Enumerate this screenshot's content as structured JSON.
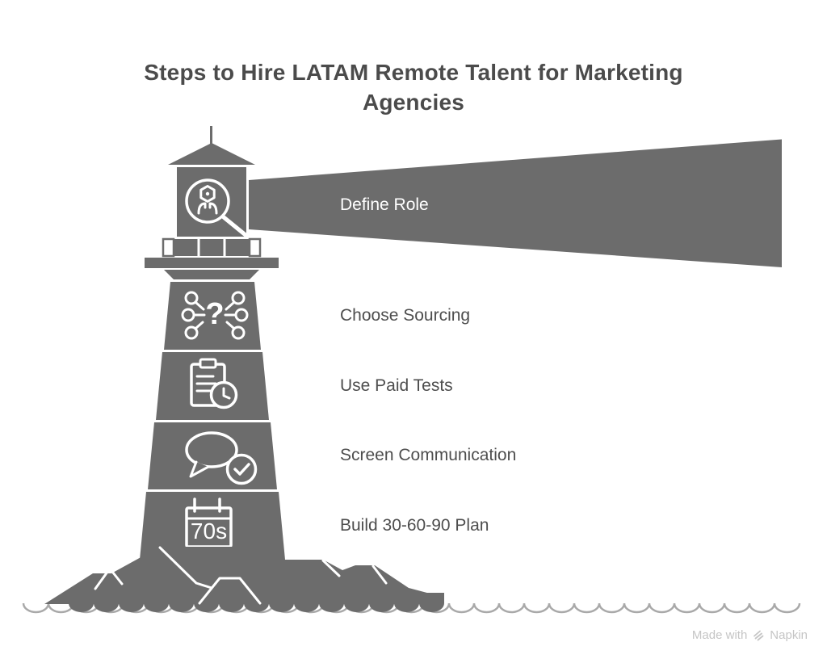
{
  "title": "Steps to Hire LATAM Remote Talent for Marketing Agencies",
  "steps": [
    {
      "label": "Define Role",
      "icon": "person-search"
    },
    {
      "label": "Choose Sourcing",
      "icon": "options-network"
    },
    {
      "label": "Use Paid Tests",
      "icon": "clipboard-clock"
    },
    {
      "label": "Screen Communication",
      "icon": "chat-check"
    },
    {
      "label": "Build 30-60-90 Plan",
      "icon": "calendar"
    }
  ],
  "icon_glyphs": {
    "question_mark": "?",
    "calendar_text": "70s"
  },
  "watermark": {
    "prefix": "Made with",
    "brand": "Napkin"
  },
  "colors": {
    "primary_gray": "#6c6c6c",
    "title_text": "#4b4b4b",
    "label_text": "#4e4e4e",
    "beam_text": "#ffffff",
    "wave_line": "#a9a9a9",
    "watermark_text": "#c5c5c5"
  }
}
